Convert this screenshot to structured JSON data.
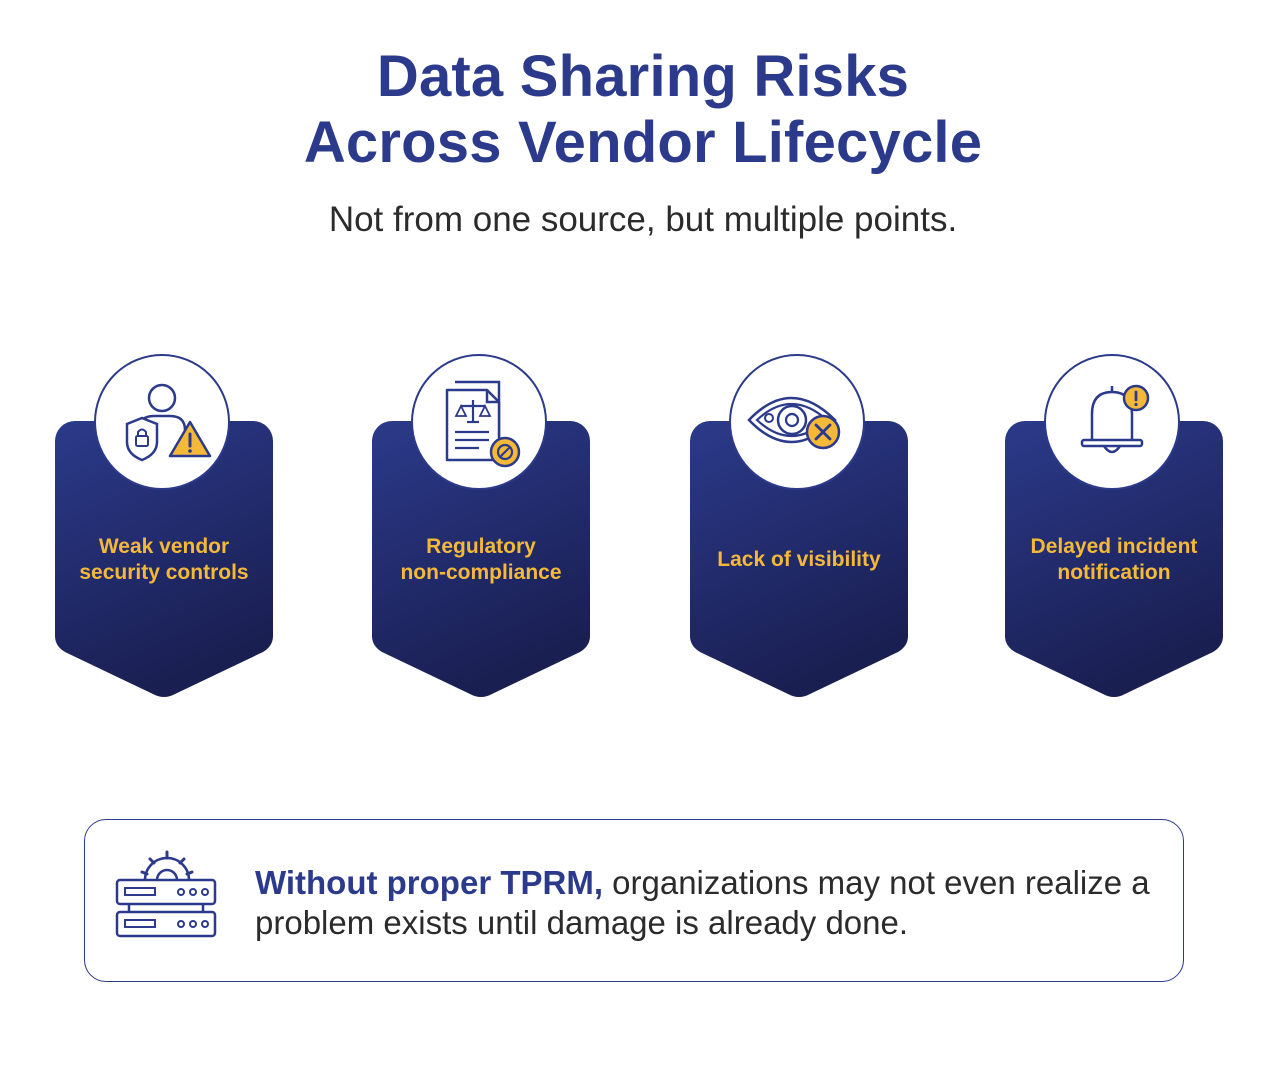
{
  "header": {
    "title_line1": "Data Sharing Risks",
    "title_line2": "Across Vendor Lifecycle",
    "subtitle": "Not from one source, but multiple points."
  },
  "cards": [
    {
      "icon": "user-shield-warning-icon",
      "label_line1": "Weak vendor",
      "label_line2": "security controls"
    },
    {
      "icon": "legal-document-blocked-icon",
      "label_line1": "Regulatory",
      "label_line2": "non-compliance"
    },
    {
      "icon": "eye-crossed-icon",
      "label_line1": "Lack of visibility",
      "label_line2": ""
    },
    {
      "icon": "bell-alert-icon",
      "label_line1": "Delayed incident",
      "label_line2": "notification"
    }
  ],
  "note": {
    "icon": "server-gear-icon",
    "emphasis": "Without proper TPRM,",
    "text": " organizations may not even realize a problem exists until damage is already done."
  },
  "colors": {
    "primary": "#2c3a8c",
    "card_top": "#2b3a8a",
    "card_bottom": "#1a1f52",
    "accent": "#f5b93a",
    "text": "#2b2b2b"
  }
}
